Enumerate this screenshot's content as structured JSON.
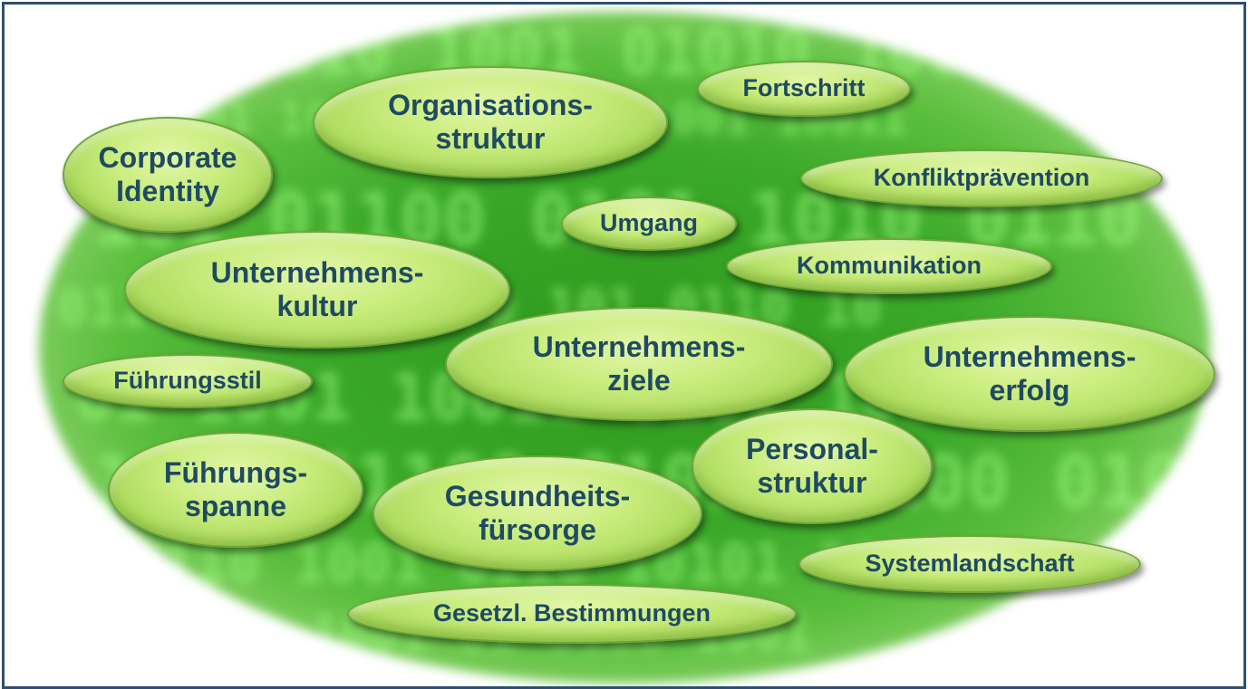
{
  "bubbles": {
    "organisationsstruktur": "Organisations-\nstruktur",
    "fortschritt": "Fortschritt",
    "corporate_identity": "Corporate\nIdentity",
    "konfliktpraevention": "Konfliktprävention",
    "umgang": "Umgang",
    "kommunikation": "Kommunikation",
    "unternehmenskultur": "Unternehmens-\nkultur",
    "unternehmensziele": "Unternehmens-\nziele",
    "fuehrungsstil": "Führungsstil",
    "unternehmenserfolg": "Unternehmens-\nerfolg",
    "personalstruktur": "Personal-\nstruktur",
    "fuehrungsspanne": "Führungs-\nspanne",
    "gesundheitsfuersorge": "Gesundheits-\nfürsorge",
    "systemlandschaft": "Systemlandschaft",
    "gesetzl_bestimmungen": "Gesetzl. Bestimmungen"
  },
  "colors": {
    "bubble_fill": "#c8ec7c",
    "bubble_text": "#1f4a63",
    "background_green": "#3aa828",
    "frame_border": "#2f4f70"
  }
}
